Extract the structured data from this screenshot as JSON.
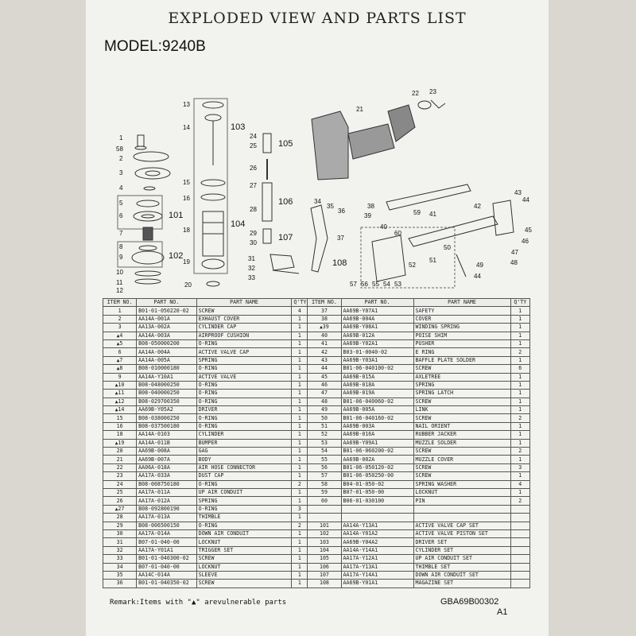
{
  "title": "EXPLODED VIEW AND PARTS LIST",
  "model": "MODEL:9240B",
  "table": {
    "headers": [
      "ITEM NO.",
      "PART NO.",
      "PART NAME",
      "Q'TY",
      "ITEM NO.",
      "PART NO.",
      "PART NAME",
      "Q'TY"
    ],
    "rows": [
      [
        {
          "item": "1",
          "part": "B01-01-050220-02",
          "name": "SCREW",
          "qty": "4",
          "v": false
        },
        {
          "item": "37",
          "part": "AA69B-Y07A1",
          "name": "SAFETY",
          "qty": "1",
          "v": false
        }
      ],
      [
        {
          "item": "2",
          "part": "AA14A-001A",
          "name": "EXHAUST COVER",
          "qty": "1",
          "v": false
        },
        {
          "item": "38",
          "part": "AA69B-004A",
          "name": "COVER",
          "qty": "1",
          "v": false
        }
      ],
      [
        {
          "item": "3",
          "part": "AA13A-002A",
          "name": "CYLINDER CAP",
          "qty": "1",
          "v": false
        },
        {
          "item": "39",
          "part": "AA69B-Y08A1",
          "name": "WINDING SPRING",
          "qty": "1",
          "v": true
        }
      ],
      [
        {
          "item": "4",
          "part": "AA14A-003A",
          "name": "AIRPROOF CUSHION",
          "qty": "1",
          "v": true
        },
        {
          "item": "40",
          "part": "AA69B-012A",
          "name": "POISE SHIM",
          "qty": "1",
          "v": false
        }
      ],
      [
        {
          "item": "5",
          "part": "B08-050000200",
          "name": "O-RING",
          "qty": "1",
          "v": true
        },
        {
          "item": "41",
          "part": "AA69B-Y02A1",
          "name": "PUSHER",
          "qty": "1",
          "v": false
        }
      ],
      [
        {
          "item": "6",
          "part": "AA14A-004A",
          "name": "ACTIVE VALVE CAP",
          "qty": "1",
          "v": false
        },
        {
          "item": "42",
          "part": "B03-01-0040-02",
          "name": "E RING",
          "qty": "2",
          "v": false
        }
      ],
      [
        {
          "item": "7",
          "part": "AA14A-005A",
          "name": "SPRING",
          "qty": "1",
          "v": true
        },
        {
          "item": "43",
          "part": "AA69B-Y03A1",
          "name": "BAFFLE PLATE SOLDER",
          "qty": "1",
          "v": false
        }
      ],
      [
        {
          "item": "8",
          "part": "B08-010000180",
          "name": "O-RING",
          "qty": "1",
          "v": true
        },
        {
          "item": "44",
          "part": "B01-06-040100-02",
          "name": "SCREW",
          "qty": "6",
          "v": false
        }
      ],
      [
        {
          "item": "9",
          "part": "AA14A-Y10A1",
          "name": "ACTIVE VALVE",
          "qty": "1",
          "v": false
        },
        {
          "item": "45",
          "part": "AA69B-015A",
          "name": "AXLETREE",
          "qty": "1",
          "v": false
        }
      ],
      [
        {
          "item": "10",
          "part": "B08-048000250",
          "name": "O-RING",
          "qty": "1",
          "v": true
        },
        {
          "item": "46",
          "part": "AA69B-018A",
          "name": "SPRING",
          "qty": "1",
          "v": false
        }
      ],
      [
        {
          "item": "11",
          "part": "B08-040000250",
          "name": "O-RING",
          "qty": "1",
          "v": true
        },
        {
          "item": "47",
          "part": "AA69B-019A",
          "name": "SPRING LATCH",
          "qty": "1",
          "v": false
        }
      ],
      [
        {
          "item": "12",
          "part": "B08-029700350",
          "name": "O-RING",
          "qty": "1",
          "v": true
        },
        {
          "item": "48",
          "part": "B01-06-040060-02",
          "name": "SCREW",
          "qty": "1",
          "v": false
        }
      ],
      [
        {
          "item": "14",
          "part": "AA69B-Y05A2",
          "name": "DRIVER",
          "qty": "1",
          "v": true
        },
        {
          "item": "49",
          "part": "AA69B-005A",
          "name": "LINK",
          "qty": "1",
          "v": false
        }
      ],
      [
        {
          "item": "15",
          "part": "B08-038000250",
          "name": "O-RING",
          "qty": "1",
          "v": false
        },
        {
          "item": "50",
          "part": "B01-06-040160-02",
          "name": "SCREW",
          "qty": "2",
          "v": false
        }
      ],
      [
        {
          "item": "16",
          "part": "B08-037500180",
          "name": "O-RING",
          "qty": "1",
          "v": false
        },
        {
          "item": "51",
          "part": "AA69B-003A",
          "name": "NAIL ORIENT",
          "qty": "1",
          "v": false
        }
      ],
      [
        {
          "item": "18",
          "part": "AA14A-0103",
          "name": "CYLINDER",
          "qty": "1",
          "v": false
        },
        {
          "item": "52",
          "part": "AA69B-016A",
          "name": "RUBBER JACKER",
          "qty": "1",
          "v": false
        }
      ],
      [
        {
          "item": "19",
          "part": "AA14A-011B",
          "name": "BUMPER",
          "qty": "1",
          "v": true
        },
        {
          "item": "53",
          "part": "AA69B-Y09A1",
          "name": "MUZZLE SOLDER",
          "qty": "1",
          "v": false
        }
      ],
      [
        {
          "item": "20",
          "part": "AA69B-008A",
          "name": "GAG",
          "qty": "1",
          "v": false
        },
        {
          "item": "54",
          "part": "B01-06-060200-02",
          "name": "SCREW",
          "qty": "2",
          "v": false
        }
      ],
      [
        {
          "item": "21",
          "part": "AA69B-007A",
          "name": "BODY",
          "qty": "1",
          "v": false
        },
        {
          "item": "55",
          "part": "AA69B-002A",
          "name": "MUZZLE COVER",
          "qty": "1",
          "v": false
        }
      ],
      [
        {
          "item": "22",
          "part": "AA06A-018A",
          "name": "AIR HOSE CONNECTOR",
          "qty": "1",
          "v": false
        },
        {
          "item": "56",
          "part": "B01-06-050120-02",
          "name": "SCREW",
          "qty": "3",
          "v": false
        }
      ],
      [
        {
          "item": "23",
          "part": "AA17A-033A",
          "name": "DUST CAP",
          "qty": "1",
          "v": false
        },
        {
          "item": "57",
          "part": "B01-06-050250-00",
          "name": "SCREW",
          "qty": "1",
          "v": false
        }
      ],
      [
        {
          "item": "24",
          "part": "B08-008750180",
          "name": "O-RING",
          "qty": "2",
          "v": false
        },
        {
          "item": "58",
          "part": "B04-01-050-02",
          "name": "SPRING WASHER",
          "qty": "4",
          "v": false
        }
      ],
      [
        {
          "item": "25",
          "part": "AA17A-011A",
          "name": "UP AIR CONDUIT",
          "qty": "1",
          "v": false
        },
        {
          "item": "59",
          "part": "B07-01-050-00",
          "name": "LOCKNUT",
          "qty": "1",
          "v": false
        }
      ],
      [
        {
          "item": "26",
          "part": "AA17A-012A",
          "name": "SPRING",
          "qty": "1",
          "v": false
        },
        {
          "item": "60",
          "part": "B06-01-030100",
          "name": "PIN",
          "qty": "2",
          "v": false
        }
      ],
      [
        {
          "item": "27",
          "part": "B08-092800190",
          "name": "O-RING",
          "qty": "3",
          "v": true
        },
        {
          "item": "",
          "part": "",
          "name": "",
          "qty": "",
          "v": false
        }
      ],
      [
        {
          "item": "28",
          "part": "AA17A-013A",
          "name": "THIMBLE",
          "qty": "1",
          "v": false
        },
        {
          "item": "",
          "part": "",
          "name": "",
          "qty": "",
          "v": false
        }
      ],
      [
        {
          "item": "29",
          "part": "B08-006500150",
          "name": "O-RING",
          "qty": "2",
          "v": false
        },
        {
          "item": "101",
          "part": "AA14A-Y13A1",
          "name": "ACTIVE VALVE CAP SET",
          "qty": "",
          "v": false
        }
      ],
      [
        {
          "item": "30",
          "part": "AA17A-014A",
          "name": "DOWN AIR CONDUIT",
          "qty": "1",
          "v": false
        },
        {
          "item": "102",
          "part": "AA14A-Y01A2",
          "name": "ACTIVE VALVE PISTON SET",
          "qty": "",
          "v": false
        }
      ],
      [
        {
          "item": "31",
          "part": "B07-01-040-00",
          "name": "LOCKNUT",
          "qty": "1",
          "v": false
        },
        {
          "item": "103",
          "part": "AA69B-Y04A2",
          "name": "DRIVER SET",
          "qty": "",
          "v": false
        }
      ],
      [
        {
          "item": "32",
          "part": "AA17A-Y01A1",
          "name": "TRIGGER SET",
          "qty": "1",
          "v": false
        },
        {
          "item": "104",
          "part": "AA14A-Y14A1",
          "name": "CYLINDER SET",
          "qty": "",
          "v": false
        }
      ],
      [
        {
          "item": "33",
          "part": "B01-01-040300-02",
          "name": "SCREW",
          "qty": "1",
          "v": false
        },
        {
          "item": "105",
          "part": "AA17A-Y12A1",
          "name": "UP AIR CONDUIT SET",
          "qty": "",
          "v": false
        }
      ],
      [
        {
          "item": "34",
          "part": "B07-01-040-00",
          "name": "LOCKNUT",
          "qty": "1",
          "v": false
        },
        {
          "item": "106",
          "part": "AA17A-Y13A1",
          "name": "THIMBLE SET",
          "qty": "",
          "v": false
        }
      ],
      [
        {
          "item": "35",
          "part": "AA14C-014A",
          "name": "SLEEVE",
          "qty": "1",
          "v": false
        },
        {
          "item": "107",
          "part": "AA17A-Y14A1",
          "name": "DOWN AIR CONDUIT SET",
          "qty": "",
          "v": false
        }
      ],
      [
        {
          "item": "36",
          "part": "B01-01-040350-02",
          "name": "SCREW",
          "qty": "1",
          "v": false
        },
        {
          "item": "108",
          "part": "AA69B-Y01A1",
          "name": "MAGAZINE SET",
          "qty": "",
          "v": false
        }
      ]
    ]
  },
  "triangle": "▲",
  "remark": "Remark:Items with \"▲\" arevulnerable parts",
  "doc_code": "GBA69B00302",
  "revision": "A1",
  "diagram_labels": [
    "1",
    "58",
    "2",
    "3",
    "4",
    "5",
    "6",
    "7",
    "8",
    "9",
    "10",
    "11",
    "12",
    "13",
    "14",
    "15",
    "16",
    "18",
    "19",
    "20",
    "21",
    "22",
    "23",
    "24",
    "25",
    "26",
    "27",
    "28",
    "29",
    "30",
    "31",
    "32",
    "33",
    "34",
    "35",
    "36",
    "37",
    "38",
    "39",
    "40",
    "41",
    "42",
    "43",
    "44",
    "44",
    "45",
    "46",
    "47",
    "48",
    "49",
    "50",
    "51",
    "52",
    "53",
    "54",
    "55",
    "56",
    "57",
    "59",
    "60"
  ],
  "group_labels": [
    "101",
    "102",
    "103",
    "104",
    "105",
    "106",
    "107",
    "108"
  ]
}
